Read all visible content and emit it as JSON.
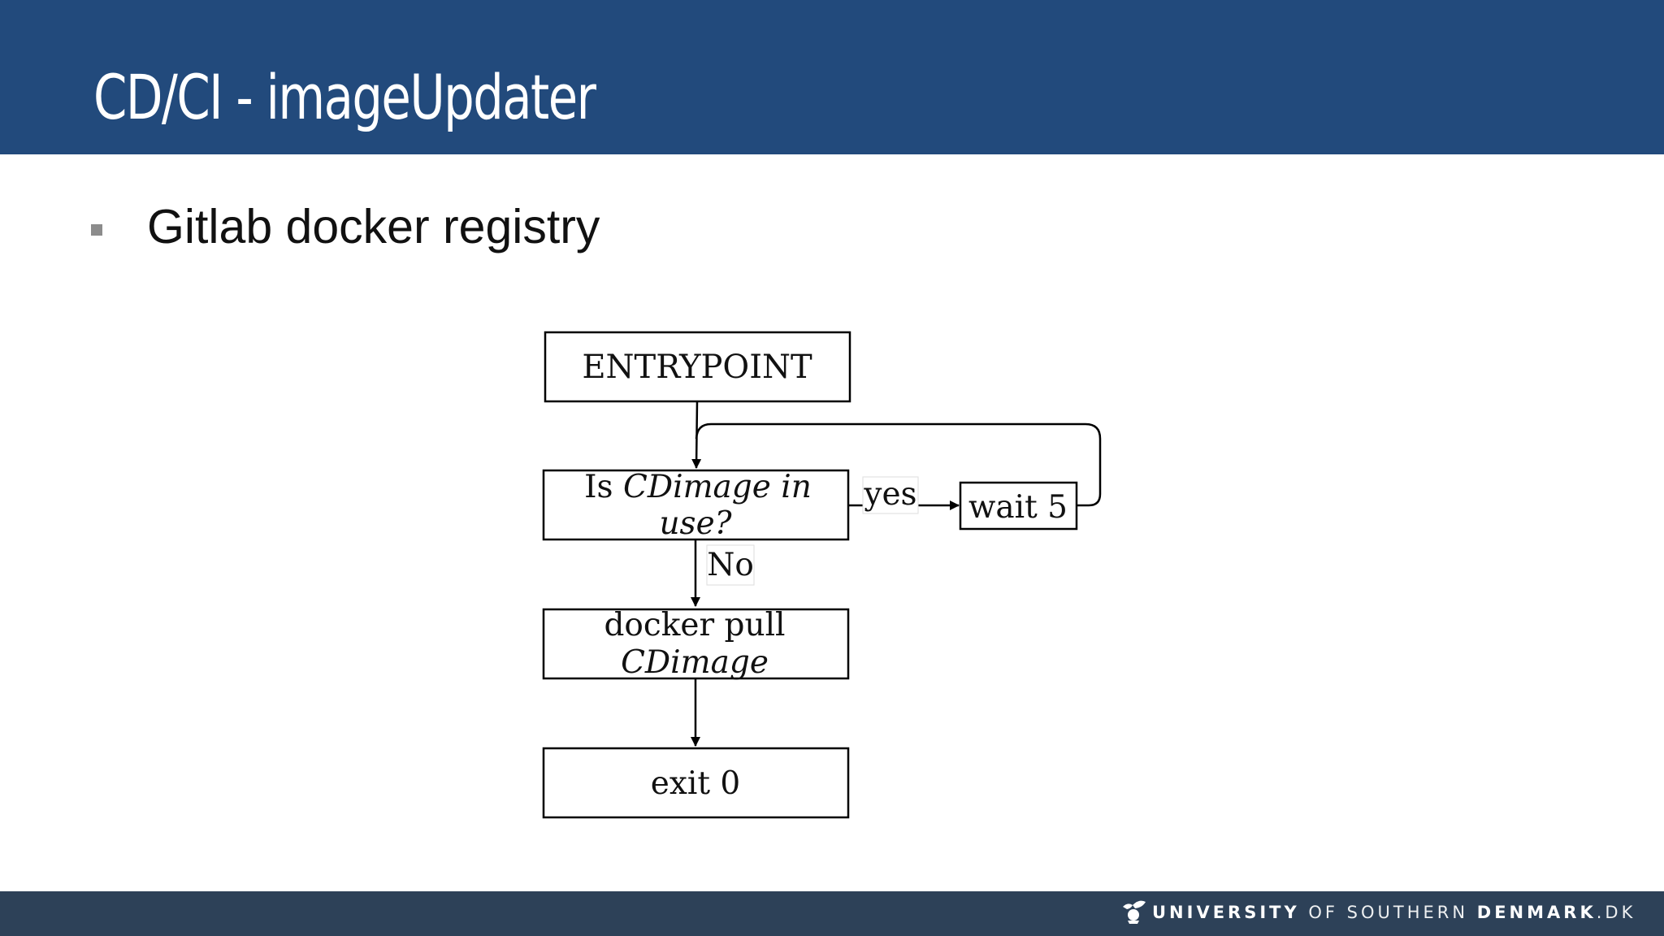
{
  "slide": {
    "title": "CD/CI - imageUpdater",
    "bullet": "Gitlab docker registry"
  },
  "flowchart": {
    "entry": "ENTRYPOINT",
    "decision_prefix": "Is ",
    "decision_italic": "CDimage in",
    "decision_line2": "use?",
    "yes_label": "yes",
    "no_label": "No",
    "wait": "wait 5",
    "pull_line1": "docker pull",
    "pull_line2": "CDimage",
    "exit": "exit 0"
  },
  "footer": {
    "university": "UNIVERSITY",
    "of_southern": "OF SOUTHERN",
    "denmark": "DENMARK",
    "dk": ".DK",
    "logo_icon": "sdu-bird-logo-icon"
  },
  "colors": {
    "header": "#224a7c",
    "footer": "#2d4158",
    "bullet": "#8c8c8c"
  }
}
